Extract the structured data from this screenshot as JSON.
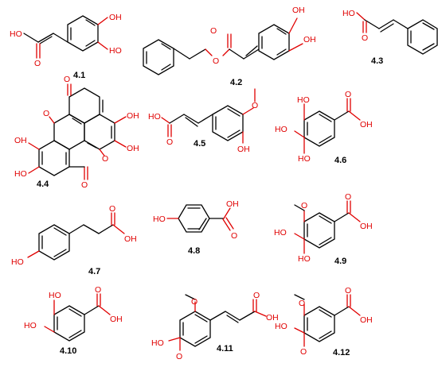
{
  "colors": {
    "bond": "#000000",
    "heteroatom": "#e00000"
  },
  "compounds": [
    {
      "id": "4.1",
      "atom_labels": [
        "HO",
        "OH",
        "HO",
        "O"
      ]
    },
    {
      "id": "4.2",
      "atom_labels": [
        "OH",
        "OH",
        "O",
        "O"
      ]
    },
    {
      "id": "4.3",
      "atom_labels": [
        "HO",
        "O"
      ]
    },
    {
      "id": "4.4",
      "atom_labels": [
        "O",
        "OH",
        "OH",
        "O",
        "OH",
        "HO",
        "O",
        "O"
      ]
    },
    {
      "id": "4.5",
      "atom_labels": [
        "HO",
        "O",
        "O",
        "OH"
      ]
    },
    {
      "id": "4.6",
      "atom_labels": [
        "HO",
        "O",
        "OH",
        "HO"
      ]
    },
    {
      "id": "4.7",
      "atom_labels": [
        "O",
        "OH",
        "HO"
      ]
    },
    {
      "id": "4.8",
      "atom_labels": [
        "HO",
        "OH",
        "O"
      ]
    },
    {
      "id": "4.9",
      "atom_labels": [
        "O",
        "HO",
        "HO",
        "O",
        "OH"
      ]
    },
    {
      "id": "4.10",
      "atom_labels": [
        "HO",
        "HO",
        "O",
        "OH"
      ]
    },
    {
      "id": "4.11",
      "atom_labels": [
        "O",
        "O",
        "OH",
        "HO",
        "O"
      ]
    },
    {
      "id": "4.12",
      "atom_labels": [
        "O",
        "O",
        "OH",
        "HO",
        "O"
      ]
    }
  ]
}
